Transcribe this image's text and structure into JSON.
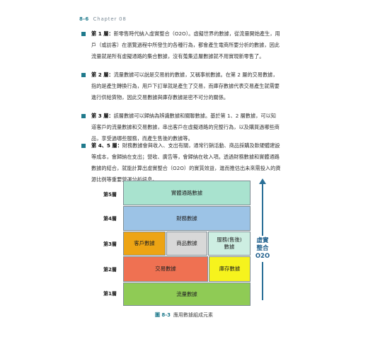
{
  "header": {
    "page_number": "8-6",
    "chapter": "Chapter 08"
  },
  "paragraphs": [
    {
      "lead": "第 1 層：",
      "text": "新零售時代納入虛實整合（O2O）。虛擬世界的數據，從流量開始產生，用戶（或訪客）在瀏覽過程中所發生的各種行為，都會產生電商所要分析的數據，因此流量就是所有虛擬通路的集合數據，沒有蒐集這層數據就不用實現新零售了。"
    },
    {
      "lead": "第 2 層：",
      "text": "流量數據可以說是交易前的數據，又稱事前數據。在第 2 層的交易數據，指的是產生轉換行為，用戶下訂單就是產生了交易，而庫存數據代表交易產生就需要進行供給貨物，因此交易數據與庫存數據是密不可分的關係。"
    },
    {
      "lead": "第 3 層：",
      "text": "該層數據可以歸納為辨識數據和關聯數據。基於第 1、2 層數據，可以知道客戶的流量數據和交易數據，串出客戶在虛擬通路的完整行為，以及購買過哪些商品，享受過哪些服務，而產生售後的數據等。"
    },
    {
      "lead": "第 4、5 層：",
      "text": "財務數據會與收入、支出有關，通常行銷活動、商品採購及軟硬體建設等成本，會歸納在支出；營收、廣告等，會歸納在收入項。透過財務數據和實體通路數據的結合，就能計算出虛實整合（O2O）的實質效益，進而推估出未來需投入的資源比例等重要營運分析訊息。"
    }
  ],
  "figure": {
    "layers": [
      "第5層",
      "第4層",
      "第3層",
      "第2層",
      "第1層"
    ],
    "boxes": {
      "physical": "實體通路數據",
      "financial": "財務數據",
      "customer": "客戶數據",
      "product": "商品數據",
      "service": "服務(售後)\n數據",
      "transaction": "交易數據",
      "inventory": "庫存數據",
      "traffic": "流量數據"
    },
    "arrow_label": "虛實\n整合\nO2O",
    "caption_num": "圖 8-3",
    "caption_text": "應用數據組成元素"
  },
  "colors": {
    "physical": "#a9e3cf",
    "financial": "#9cc3e6",
    "customer": "#eda414",
    "product": "#d8d8d8",
    "service": "#cdeee2",
    "transaction": "#ef7152",
    "inventory": "#f6f31d",
    "traffic": "#8fcb55"
  }
}
